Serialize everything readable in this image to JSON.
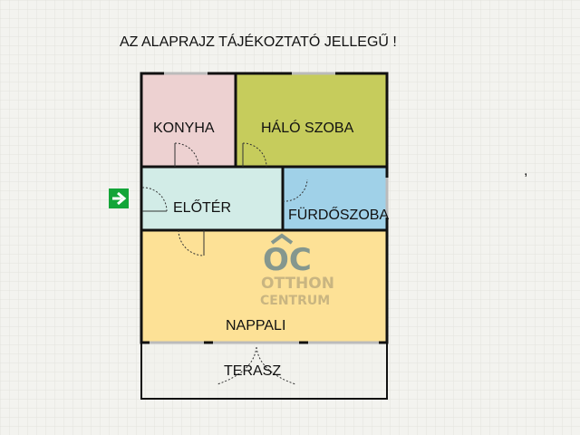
{
  "title": "AZ ALAPRAJZ TÁJÉKOZTATÓ JELLEGŰ !",
  "stray_mark": ",",
  "rooms": [
    {
      "name": "KONYHA",
      "color": "#edd1d1"
    },
    {
      "name": "HÁLÓ SZOBA",
      "color": "#c6cc5c"
    },
    {
      "name": "ELŐTÉR",
      "color": "#d2ece7"
    },
    {
      "name": "FÜRDŐSZOBA",
      "color": "#a0d1e8"
    },
    {
      "name": "NAPPALI",
      "color": "#fde196"
    },
    {
      "name": "TERASZ",
      "color": "#f0f0ec"
    }
  ],
  "entrance": {
    "icon": "arrow-right-icon",
    "color": "#13a538"
  },
  "watermark": {
    "monogram": "OC",
    "line1": "OTTHON",
    "line2": "CENTRUM"
  }
}
